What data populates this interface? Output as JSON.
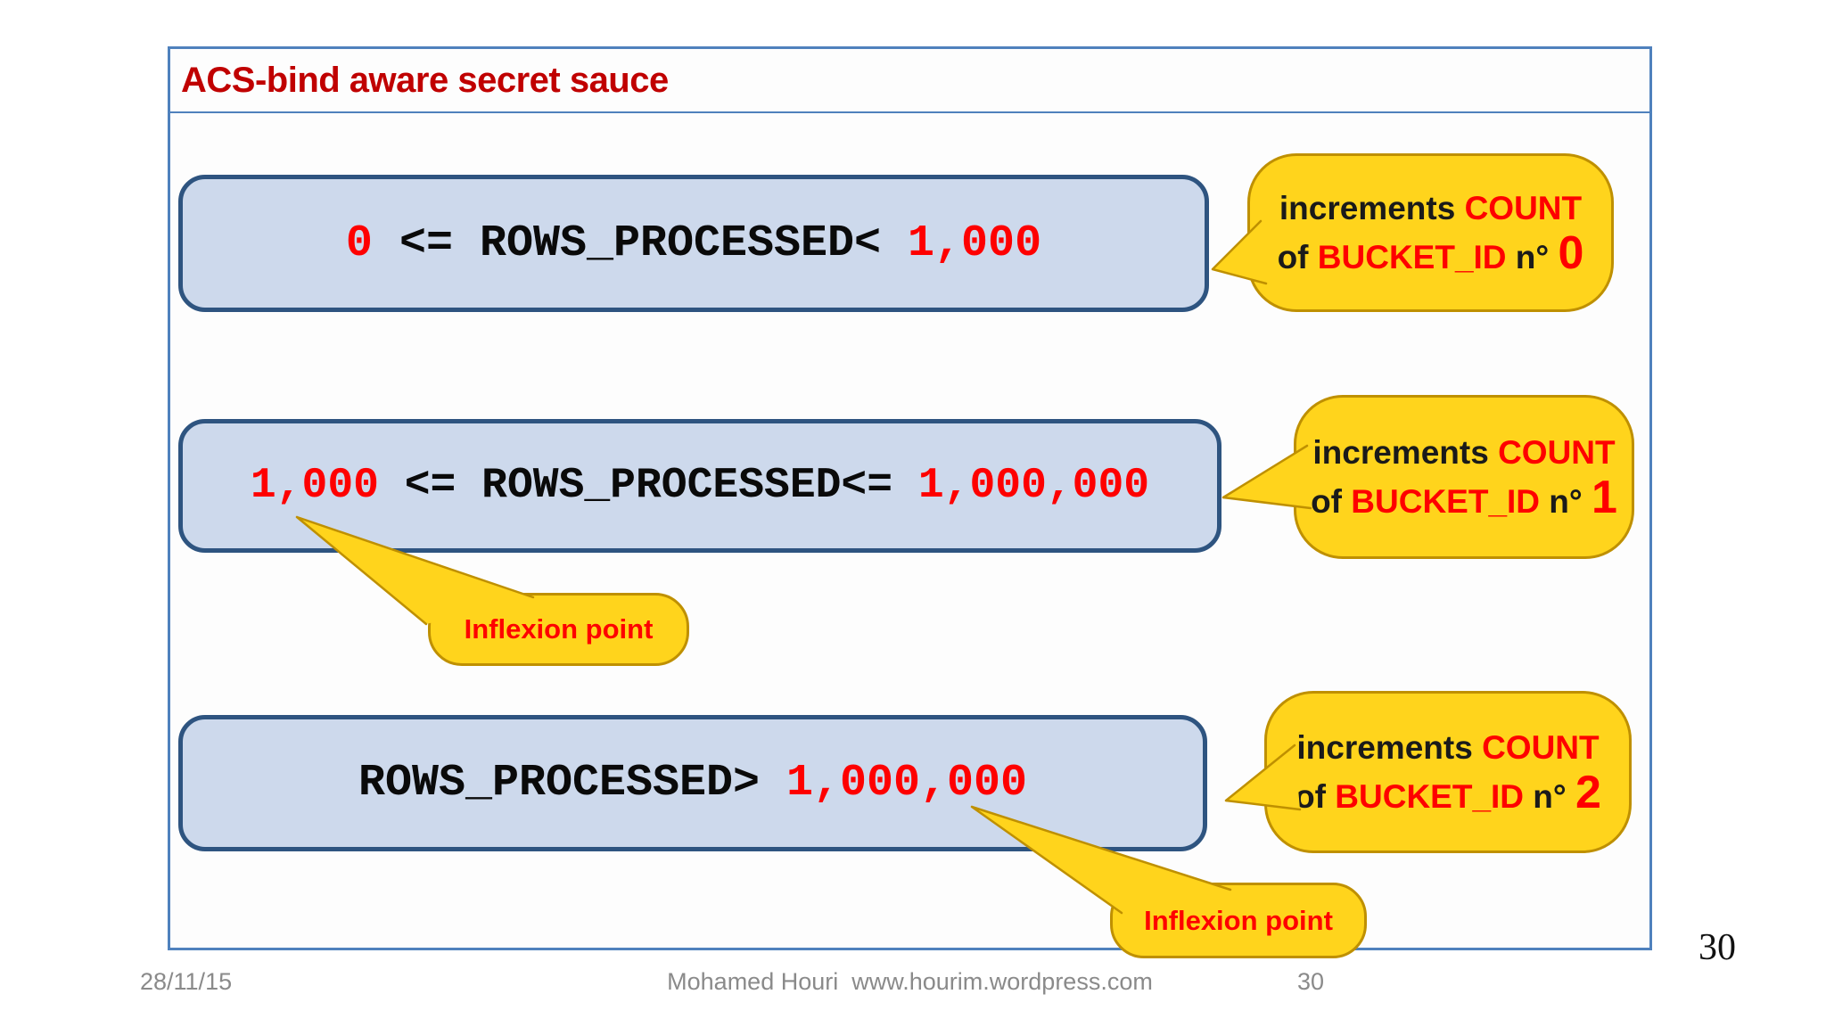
{
  "slide": {
    "title": "ACS-bind aware secret sauce",
    "boxes": [
      {
        "pre": "0",
        "mid": " <= ROWS_PROCESSED< ",
        "post": "1,000"
      },
      {
        "pre": "1,000",
        "mid": " <= ROWS_PROCESSED<= ",
        "post": "1,000,000"
      },
      {
        "pre": "",
        "mid": "ROWS_PROCESSED> ",
        "post": "1,000,000"
      }
    ],
    "callouts": [
      {
        "black1": "increments ",
        "red1": "COUNT",
        "black2": "of ",
        "red2": "BUCKET_ID",
        "black3": " n° ",
        "num": "0"
      },
      {
        "black1": "increments ",
        "red1": "COUNT",
        "black2": "of ",
        "red2": "BUCKET_ID",
        "black3": " n° ",
        "num": "1"
      },
      {
        "black1": "increments ",
        "red1": "COUNT",
        "black2": "of ",
        "red2": "BUCKET_ID",
        "black3": " n° ",
        "num": "2"
      }
    ],
    "inflexion_labels": [
      "Inflexion point",
      "Inflexion point"
    ]
  },
  "footer": {
    "date": "28/11/15",
    "credit": "Mohamed Houri  www.hourim.wordpress.com",
    "slide_number": "30"
  },
  "corner_page_number": "30",
  "colors": {
    "frame_blue": "#4f81bd",
    "box_fill": "#cdd9ec",
    "box_border": "#2e5480",
    "callout_fill": "#ffd41c",
    "callout_border": "#bf9000",
    "highlight_red": "#fe0000",
    "title_red": "#c00000",
    "footer_gray": "#8a8a8a"
  }
}
